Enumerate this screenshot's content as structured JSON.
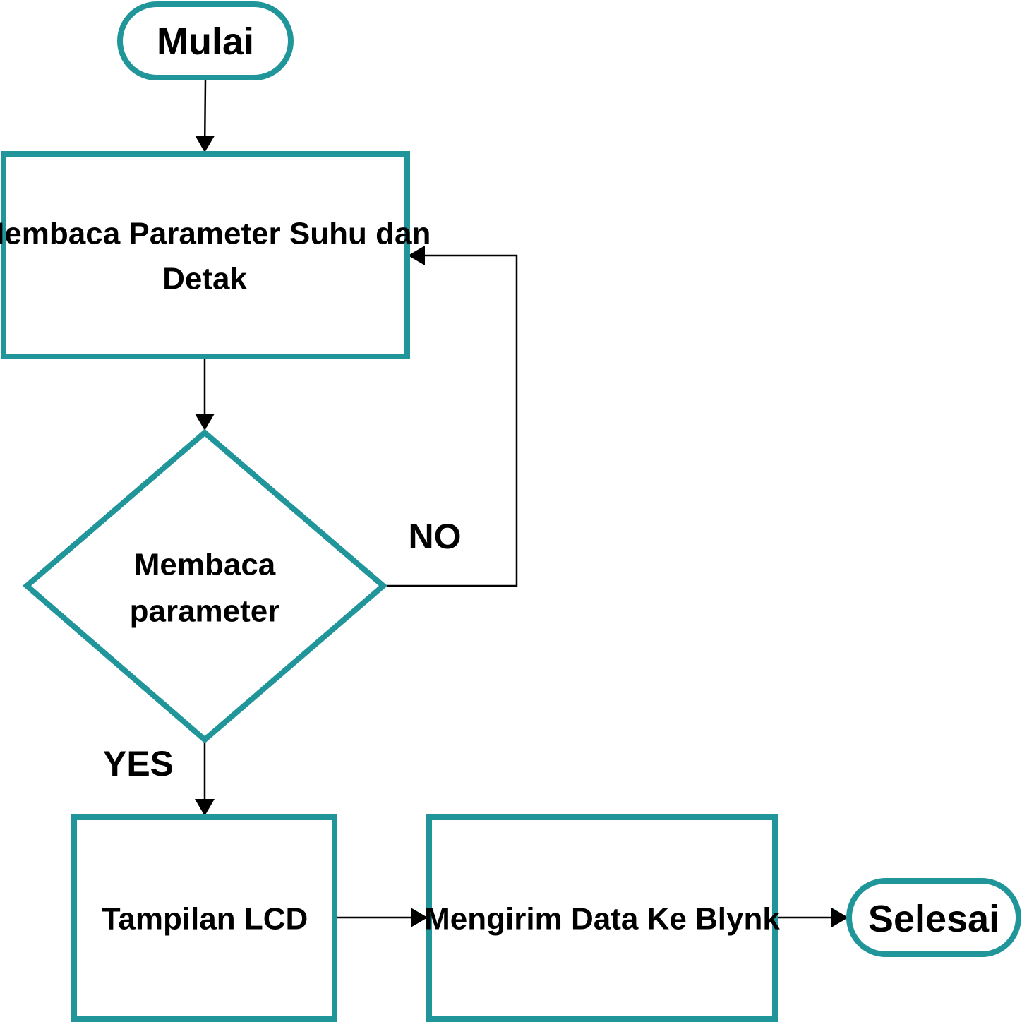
{
  "colors": {
    "shape_stroke": "#21969a",
    "connector": "#000000",
    "text": "#000000",
    "background": "#ffffff"
  },
  "start": {
    "label": "Mulai"
  },
  "read_sensors": {
    "line1": "Membaca Parameter Suhu dan",
    "line2": "Detak"
  },
  "decision": {
    "line1": "Membaca",
    "line2": "parameter"
  },
  "branch_no": {
    "label": "NO"
  },
  "branch_yes": {
    "label": "YES"
  },
  "lcd_display": {
    "label": "Tampilan LCD"
  },
  "send_blynk": {
    "label": "Mengirim Data Ke Blynk"
  },
  "end": {
    "label": "Selesai"
  }
}
